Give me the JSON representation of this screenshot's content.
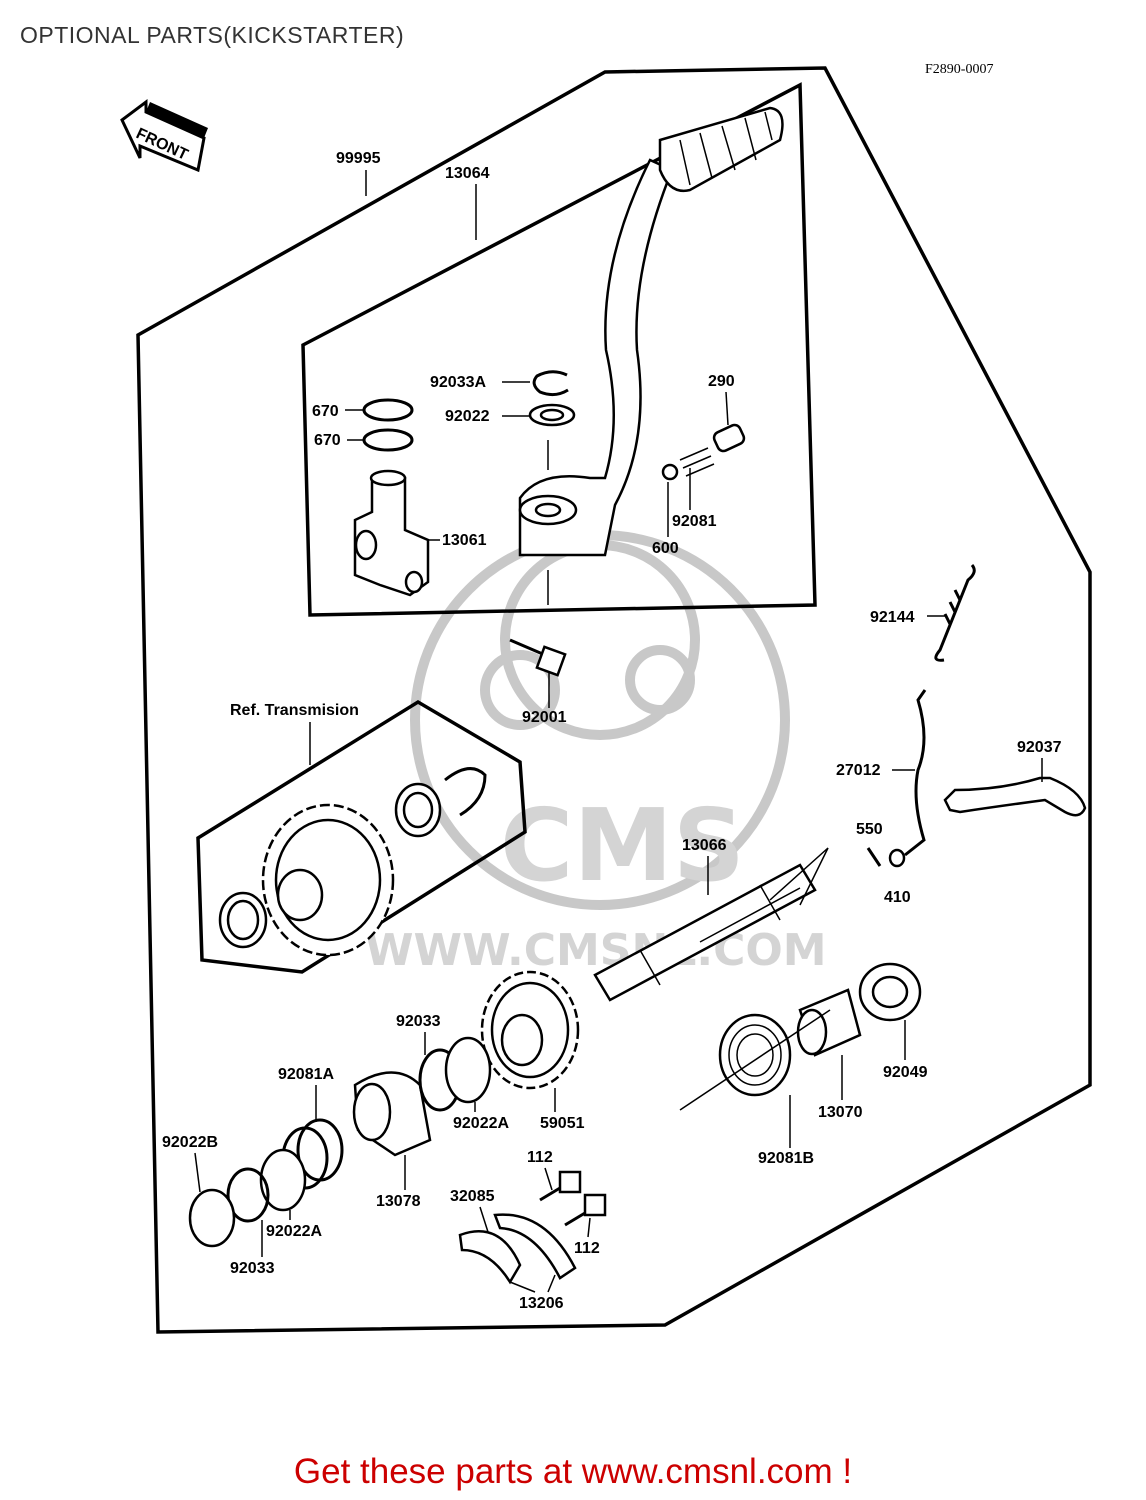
{
  "title": "OPTIONAL PARTS(KICKSTARTER)",
  "figure_code": "F2890-0007",
  "front_label": "FRONT",
  "ref_label": "Ref. Transmision",
  "footer": "Get these parts at www.cmsnl.com !",
  "watermark": {
    "brand": "CMS",
    "url": "WWW.CMSNL.COM"
  },
  "labels": {
    "p99995": "99995",
    "p13064": "13064",
    "p92033a": "92033A",
    "p92022": "92022",
    "p670a": "670",
    "p670b": "670",
    "p13061": "13061",
    "p290": "290",
    "p92081": "92081",
    "p600": "600",
    "p92144": "92144",
    "p92001": "92001",
    "p27012": "27012",
    "p92037": "92037",
    "p550": "550",
    "p410": "410",
    "p13066": "13066",
    "p92049": "92049",
    "p13070": "13070",
    "p92081b": "92081B",
    "p92033_top": "92033",
    "p92081a": "92081A",
    "p92022a_mid": "92022A",
    "p59051": "59051",
    "p92022b": "92022B",
    "p92022a_low": "92022A",
    "p92033_low": "92033",
    "p13078": "13078",
    "p112_top": "112",
    "p112_low": "112",
    "p32085": "32085",
    "p13206": "13206"
  },
  "colors": {
    "footer": "#cc0000",
    "lines": "#000000",
    "watermark": "#c8c8c8"
  }
}
